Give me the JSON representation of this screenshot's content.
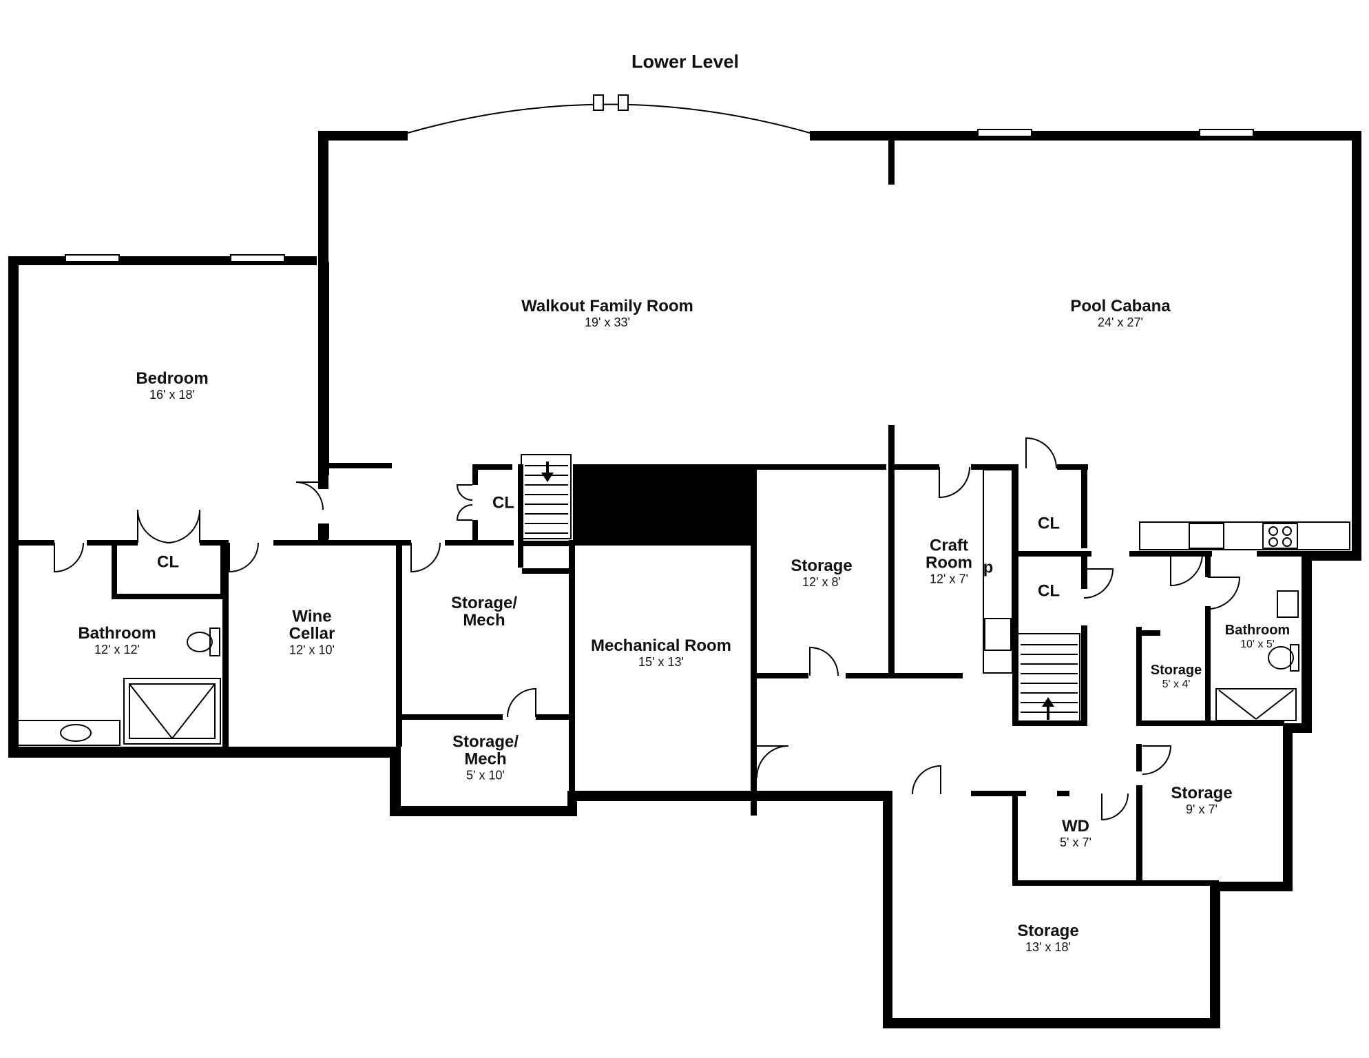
{
  "title": "Lower Level",
  "rooms": {
    "family": {
      "name": "Walkout Family Room",
      "dim": "19' x 33'"
    },
    "cabana": {
      "name": "Pool Cabana",
      "dim": "24' x 27'"
    },
    "bedroom": {
      "name": "Bedroom",
      "dim": "16' x 18'"
    },
    "bath1": {
      "name": "Bathroom",
      "dim": "12' x 12'"
    },
    "cl1": {
      "name": "CL"
    },
    "wine": {
      "name": "Wine\nCellar",
      "dim": "12' x 10'"
    },
    "cl2": {
      "name": "CL"
    },
    "stormech1": {
      "name": "Storage/\nMech"
    },
    "stormech2": {
      "name": "Storage/\nMech",
      "dim": "5' x 10'"
    },
    "mech": {
      "name": "Mechanical Room",
      "dim": "15' x 13'"
    },
    "storage1": {
      "name": "Storage",
      "dim": "12' x 8'"
    },
    "craft": {
      "name": "Craft\nRoom",
      "dim": "12' x 7'",
      "fragment": "p"
    },
    "cl3": {
      "name": "CL"
    },
    "cl4": {
      "name": "CL"
    },
    "bath2": {
      "name": "Bathroom",
      "dim": "10' x 5'"
    },
    "storage2": {
      "name": "Storage",
      "dim": "5' x 4'"
    },
    "storage3": {
      "name": "Storage",
      "dim": "9' x 7'"
    },
    "wd": {
      "name": "WD",
      "dim": "5' x 7'"
    },
    "storage4": {
      "name": "Storage",
      "dim": "13' x 18'"
    }
  }
}
